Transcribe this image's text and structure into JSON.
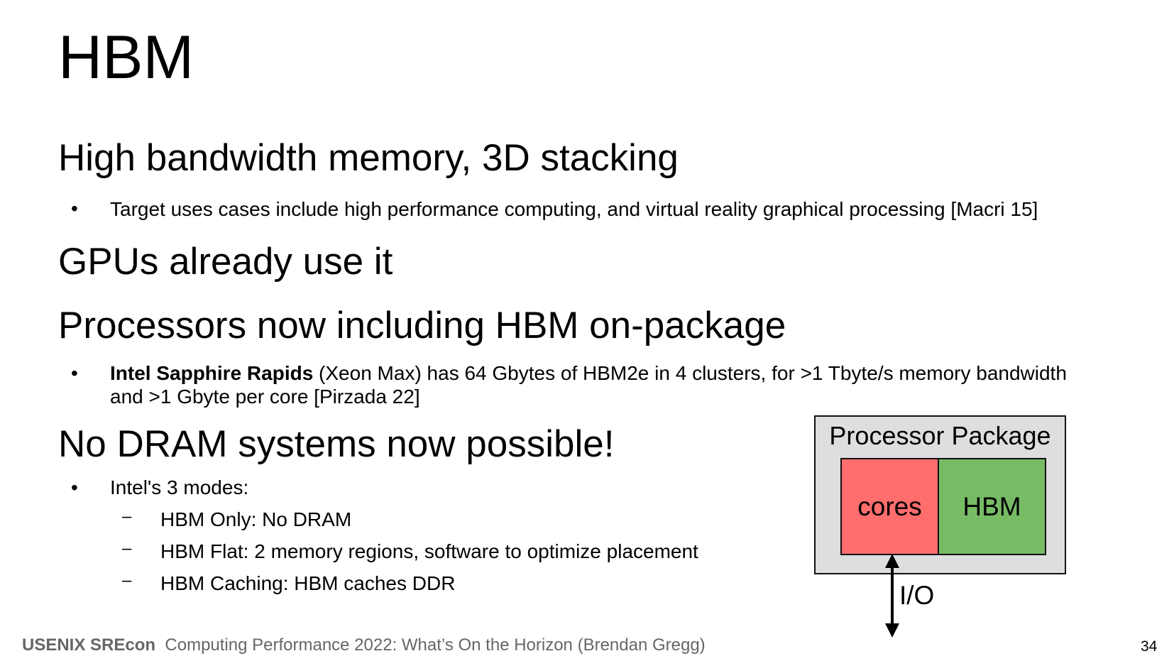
{
  "slide": {
    "title": "HBM",
    "sections": [
      {
        "heading": "High bandwidth memory, 3D stacking"
      },
      {
        "heading": "GPUs already use it"
      },
      {
        "heading": "Processors now including HBM on-package"
      },
      {
        "heading": "No DRAM systems now possible!"
      }
    ],
    "bullet1": "Target uses cases include high performance computing, and virtual reality graphical processing [Macri 15]",
    "bullet2_bold": "Intel Sapphire Rapids",
    "bullet2_line1": " (Xeon Max) has 64 Gbytes of HBM2e in 4 clusters, for >1 Tbyte/s memory bandwidth",
    "bullet2_line2": "and >1 Gbyte per core [Pirzada 22]",
    "bullet3": "Intel's 3 modes:",
    "modes": [
      "HBM Only: No DRAM",
      "HBM Flat: 2 memory regions, software to optimize placement",
      "HBM Caching: HBM caches DDR"
    ],
    "bullet_char": "•",
    "dash_char": "–"
  },
  "diagram": {
    "package_label": "Processor Package",
    "cores_label": "cores",
    "hbm_label": "HBM",
    "io_label": "I/O",
    "colors": {
      "package": "#dedede",
      "cores": "#ff6d6d",
      "hbm": "#77bc65"
    }
  },
  "footer": {
    "brand": "USENIX SREcon",
    "talk": "Computing Performance 2022: What’s On the Horizon (Brendan Gregg)",
    "page_number": "34"
  }
}
